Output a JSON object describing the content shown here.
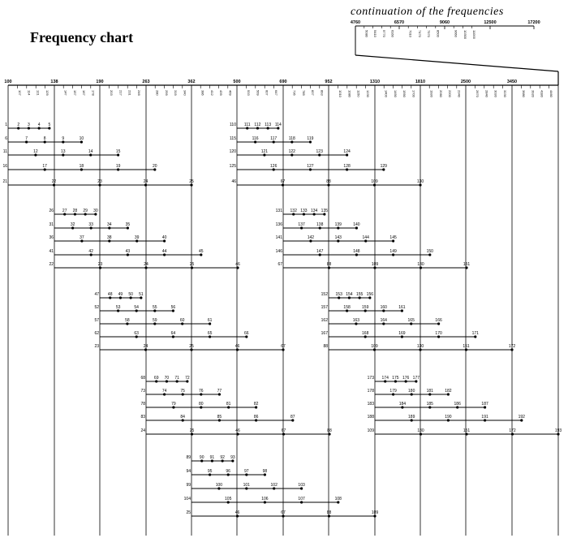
{
  "title": "Frequency chart",
  "continuation_label": "continuation of the frequencies",
  "major_ticks": [
    "100",
    "138",
    "190",
    "263",
    "362",
    "500",
    "690",
    "952",
    "1310",
    "1810",
    "2500",
    "3450"
  ],
  "sub_ticks": [
    [
      "107",
      "114",
      "121",
      "129"
    ],
    [
      "147",
      "157",
      "167",
      "178"
    ],
    [
      "203",
      "217",
      "231",
      "246"
    ],
    [
      "280",
      "299",
      "319",
      "340"
    ],
    [
      "386",
      "412",
      "439",
      "469"
    ],
    [
      "533",
      "569",
      "607",
      "647"
    ],
    [
      "736",
      "785",
      "837",
      "893"
    ],
    [
      "1010",
      "1080",
      "1150",
      "1230"
    ],
    [
      "1400",
      "1490",
      "1590",
      "1700"
    ],
    [
      "1930",
      "2060",
      "2200",
      "2340"
    ],
    [
      "2670",
      "2840",
      "3030",
      "3230"
    ],
    [
      "3680",
      "3920",
      "4180",
      "4460"
    ]
  ],
  "continuation": {
    "majors": [
      "4760",
      "6570",
      "9060",
      "12500",
      "17200"
    ],
    "subs": [
      [
        "5080",
        "5410",
        "5770",
        "6160"
      ],
      [
        "7010",
        "7470",
        "7970",
        "8500"
      ],
      [
        "9660",
        "10300",
        "11000"
      ]
    ]
  },
  "groups": [
    {
      "base": 0,
      "rows": [
        {
          "labels": [
            "1",
            "2",
            "3",
            "4",
            "5"
          ]
        },
        {
          "labels": [
            "6",
            "7",
            "8",
            "9",
            "10"
          ]
        },
        {
          "labels": [
            "11",
            "12",
            "13",
            "14",
            "15"
          ]
        },
        {
          "labels": [
            "16",
            "17",
            "18",
            "19",
            "20"
          ]
        },
        {
          "labels": [
            "21",
            "22",
            "23",
            "24",
            "25"
          ]
        }
      ]
    },
    {
      "base": 5,
      "rows": [
        {
          "labels": [
            "110",
            "111",
            "112",
            "113",
            "114"
          ]
        },
        {
          "labels": [
            "115",
            "116",
            "117",
            "118",
            "119"
          ]
        },
        {
          "labels": [
            "120",
            "121",
            "122",
            "123",
            "124"
          ]
        },
        {
          "labels": [
            "125",
            "126",
            "127",
            "128",
            "129"
          ]
        },
        {
          "labels": [
            "46",
            "67",
            "88",
            "109",
            "130"
          ]
        }
      ]
    },
    {
      "base": 1,
      "rows": [
        {
          "labels": [
            "26",
            "27",
            "28",
            "29",
            "30"
          ]
        },
        {
          "labels": [
            "31",
            "32",
            "33",
            "34",
            "35"
          ]
        },
        {
          "labels": [
            "36",
            "37",
            "38",
            "39",
            "40"
          ]
        },
        {
          "labels": [
            "41",
            "42",
            "43",
            "44",
            "45"
          ]
        },
        {
          "labels": [
            "22",
            "23",
            "24",
            "25",
            "46"
          ]
        }
      ]
    },
    {
      "base": 6,
      "rows": [
        {
          "labels": [
            "131",
            "132",
            "133",
            "134",
            "135"
          ]
        },
        {
          "labels": [
            "136",
            "137",
            "138",
            "139",
            "140"
          ]
        },
        {
          "labels": [
            "141",
            "142",
            "143",
            "144",
            "145"
          ]
        },
        {
          "labels": [
            "146",
            "147",
            "148",
            "149",
            "150"
          ]
        },
        {
          "labels": [
            "67",
            "88",
            "109",
            "130",
            "151"
          ]
        }
      ]
    },
    {
      "base": 2,
      "rows": [
        {
          "labels": [
            "47",
            "48",
            "49",
            "50",
            "51"
          ]
        },
        {
          "labels": [
            "52",
            "53",
            "54",
            "55",
            "56"
          ]
        },
        {
          "labels": [
            "57",
            "58",
            "59",
            "60",
            "61"
          ]
        },
        {
          "labels": [
            "62",
            "63",
            "64",
            "65",
            "66"
          ]
        },
        {
          "labels": [
            "23",
            "24",
            "25",
            "46",
            "67"
          ]
        }
      ]
    },
    {
      "base": 7,
      "rows": [
        {
          "labels": [
            "152",
            "153",
            "154",
            "155",
            "156"
          ]
        },
        {
          "labels": [
            "157",
            "158",
            "159",
            "160",
            "161"
          ]
        },
        {
          "labels": [
            "162",
            "163",
            "164",
            "165",
            "166"
          ]
        },
        {
          "labels": [
            "167",
            "168",
            "169",
            "170",
            "171"
          ]
        },
        {
          "labels": [
            "88",
            "109",
            "130",
            "151",
            "172"
          ]
        }
      ]
    },
    {
      "base": 3,
      "rows": [
        {
          "labels": [
            "68",
            "69",
            "70",
            "71",
            "72"
          ]
        },
        {
          "labels": [
            "73",
            "74",
            "75",
            "76",
            "77"
          ]
        },
        {
          "labels": [
            "78",
            "79",
            "80",
            "81",
            "82"
          ]
        },
        {
          "labels": [
            "83",
            "84",
            "85",
            "86",
            "87"
          ]
        },
        {
          "labels": [
            "24",
            "25",
            "46",
            "67",
            "88"
          ]
        }
      ]
    },
    {
      "base": 8,
      "rows": [
        {
          "labels": [
            "173",
            "174",
            "175",
            "176",
            "177"
          ]
        },
        {
          "labels": [
            "178",
            "179",
            "180",
            "181",
            "182"
          ]
        },
        {
          "labels": [
            "183",
            "184",
            "185",
            "186",
            "187"
          ]
        },
        {
          "labels": [
            "188",
            "189",
            "190",
            "191",
            "192"
          ]
        },
        {
          "labels": [
            "109",
            "130",
            "151",
            "172",
            "193"
          ]
        }
      ]
    },
    {
      "base": 4,
      "rows": [
        {
          "labels": [
            "89",
            "90",
            "91",
            "92",
            "93"
          ]
        },
        {
          "labels": [
            "94",
            "95",
            "96",
            "97",
            "98"
          ]
        },
        {
          "labels": [
            "99",
            "100",
            "101",
            "102",
            "103"
          ]
        },
        {
          "labels": [
            "104",
            "105",
            "106",
            "107",
            "108"
          ]
        },
        {
          "labels": [
            "25",
            "46",
            "67",
            "88",
            "109"
          ]
        }
      ]
    }
  ]
}
